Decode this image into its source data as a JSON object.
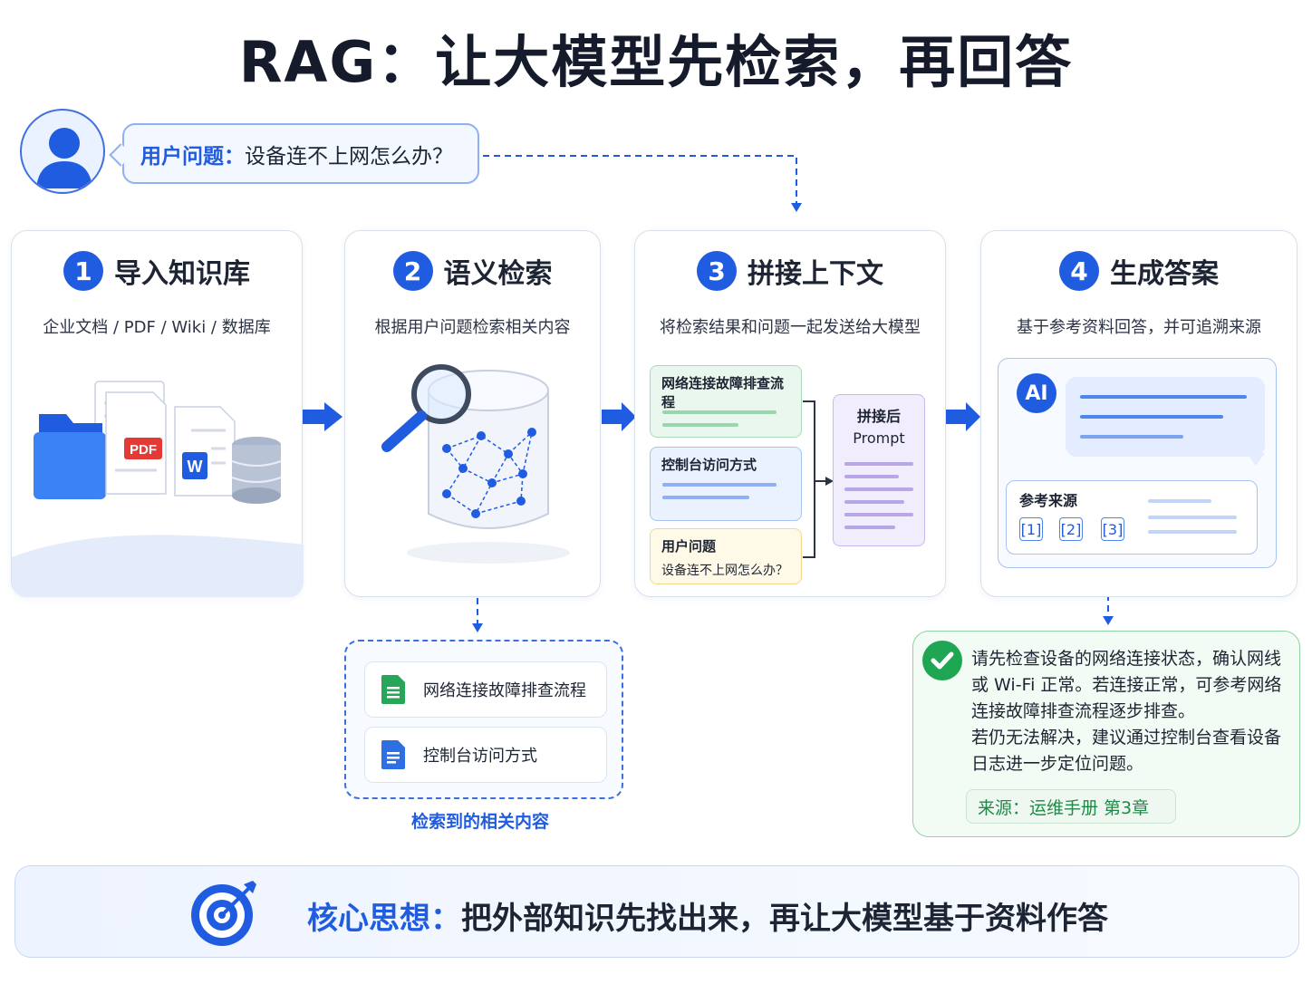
{
  "title": "RAG：让大模型先检索，再回答",
  "question": {
    "label": "用户问题：",
    "text": "设备连不上网怎么办？"
  },
  "steps": [
    {
      "num": "1",
      "title": "导入知识库",
      "desc": "企业文档 / PDF / Wiki / 数据库"
    },
    {
      "num": "2",
      "title": "语义检索",
      "desc": "根据用户问题检索相关内容"
    },
    {
      "num": "3",
      "title": "拼接上下文",
      "desc": "将检索结果和问题一起发送给大模型"
    },
    {
      "num": "4",
      "title": "生成答案",
      "desc": "基于参考资料回答，并可追溯来源"
    }
  ],
  "step1": {
    "pdf_label": "PDF",
    "word_label": "W"
  },
  "step3": {
    "doc1": "网络连接故障排查流程",
    "doc2": "控制台访问方式",
    "question_title": "用户问题",
    "question_text": "设备连不上网怎么办？",
    "prompt_line1": "拼接后",
    "prompt_line2": "Prompt"
  },
  "step4": {
    "ai_label": "AI",
    "refs_title": "参考来源",
    "refs": [
      "[1]",
      "[2]",
      "[3]"
    ]
  },
  "retrieved": {
    "items": [
      "网络连接故障排查流程",
      "控制台访问方式"
    ],
    "caption": "检索到的相关内容"
  },
  "answer": {
    "lines": [
      "请先检查设备的网络连接状态，确认网线",
      "或 Wi-Fi 正常。若连接正常，可参考网络",
      "连接故障排查流程逐步排查。",
      "若仍无法解决，建议通过控制台查看设备",
      "日志进一步定位问题。"
    ],
    "source": "来源：运维手册 第3章"
  },
  "core": {
    "label": "核心思想：",
    "text": "把外部知识先找出来，再让大模型基于资料作答"
  },
  "colors": {
    "accent": "#1f5ce0",
    "success": "#1fa653",
    "prompt": "#b9a6e8"
  }
}
